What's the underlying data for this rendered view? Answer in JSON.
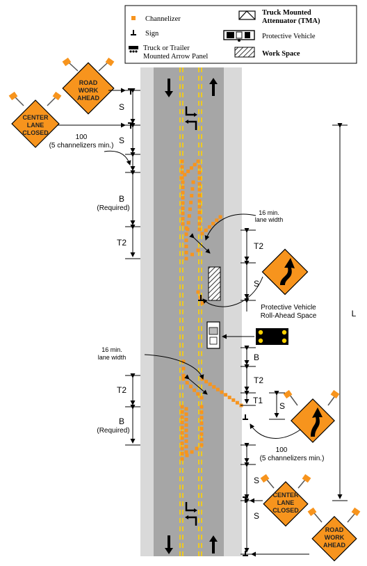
{
  "legend": {
    "channelizer": "Channelizer",
    "sign": "Sign",
    "arrow_panel_line1": "Truck or Trailer",
    "arrow_panel_line2": "Mounted Arrow Panel",
    "tma_line1": "Truck Mounted",
    "tma_line2": "Attenuator (TMA)",
    "protective_vehicle": "Protective Vehicle",
    "work_space": "Work Space"
  },
  "signs": {
    "road_work_ahead": [
      "ROAD",
      "WORK",
      "AHEAD"
    ],
    "center_lane_closed": [
      "CENTER",
      "LANE",
      "CLOSED"
    ]
  },
  "labels": {
    "s": "S",
    "b": "B",
    "b_required": "(Required)",
    "t1": "T1",
    "t2": "T2",
    "l": "L",
    "hundred": "100",
    "five_channelizers": "(5 channelizers min.)",
    "min_lane_16": "16  min.",
    "min_lane_16_b": "16  min.",
    "lane_width": "lane width",
    "roll_ahead_1": "Protective Vehicle",
    "roll_ahead_2": "Roll-Ahead Space"
  },
  "colors": {
    "orange": "#f7941d",
    "shoulder": "#d9d9d9",
    "road": "#a6a6a6",
    "yellow": "#ffd200"
  }
}
